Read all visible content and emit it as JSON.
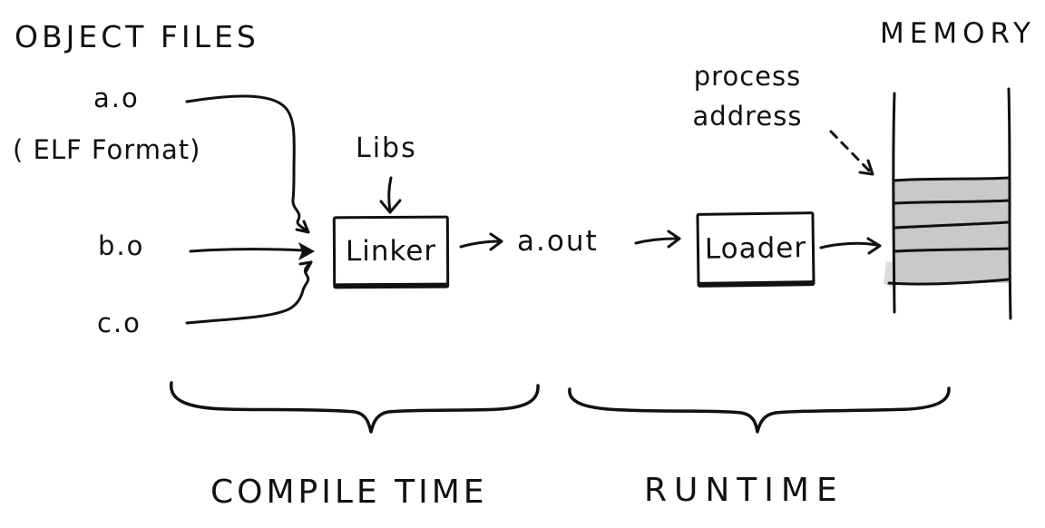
{
  "diagram": {
    "title_left": "OBJECT FILES",
    "object_files": [
      {
        "label": "a.o"
      },
      {
        "label": "b.o"
      },
      {
        "label": "c.o"
      }
    ],
    "elf_note": "( ELF Format)",
    "libs_label": "Libs",
    "linker_label": "Linker",
    "aout_label": "a.out",
    "loader_label": "Loader",
    "memory_label": "MEMORY",
    "process_address": {
      "line1": "process",
      "line2": "address"
    },
    "phases": {
      "compile": "COMPILE TIME",
      "runtime": "RUNTIME"
    },
    "memory_segments_count": 4,
    "colors": {
      "ink": "#111111",
      "memory_fill": "#c9c9c9",
      "memory_shadow": "#dcdcdc"
    }
  }
}
